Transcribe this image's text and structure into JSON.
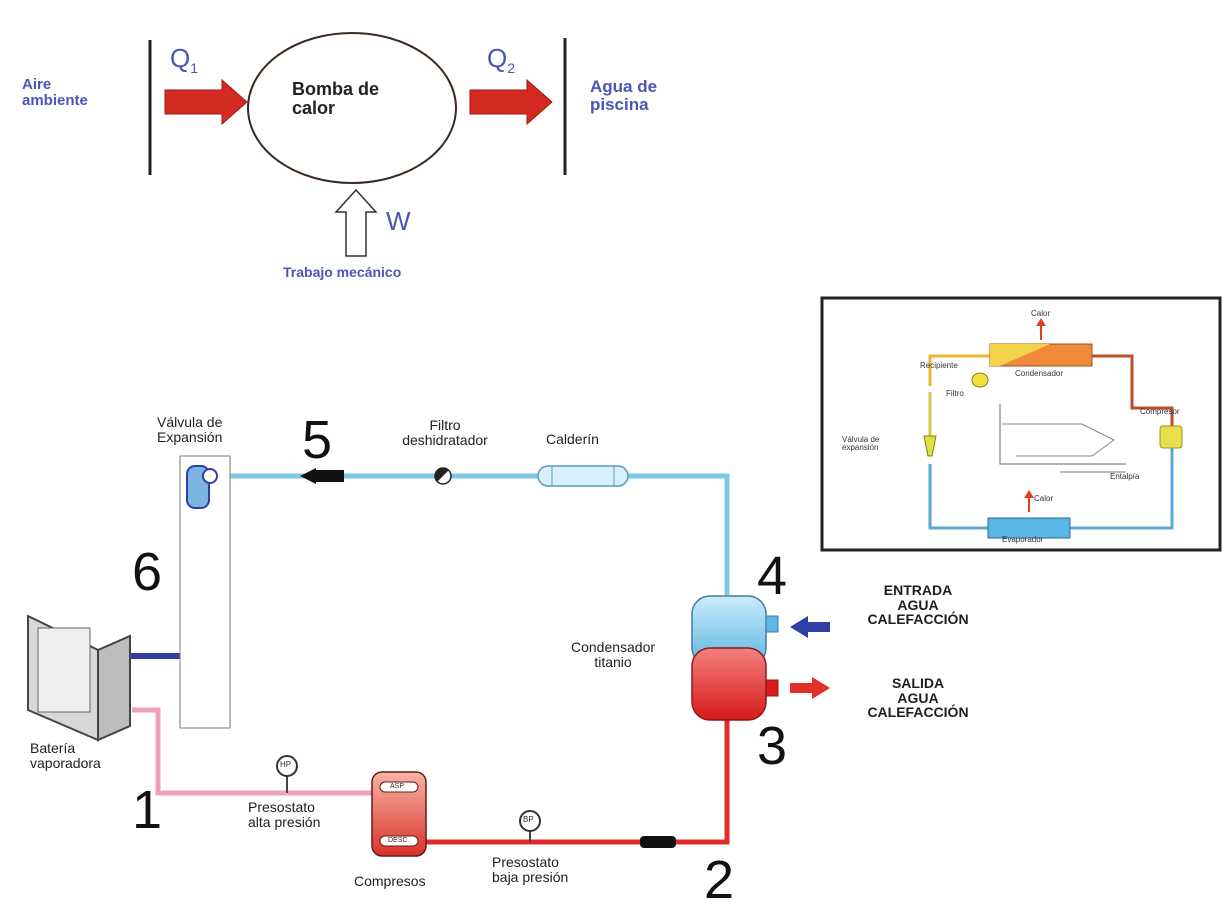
{
  "top_diagram": {
    "q1_label": "Q",
    "q1_sub": "1",
    "q2_label": "Q",
    "q2_sub": "2",
    "source": "Aire\nambiente",
    "center": "Bomba de\ncalor",
    "sink": "Agua de\npiscina",
    "work_symbol": "W",
    "work_caption": "Trabajo mecánico"
  },
  "circuit": {
    "points": [
      "1",
      "2",
      "3",
      "4",
      "5",
      "6"
    ],
    "components": {
      "expansion_valve": "Válvula de\nExpansión",
      "filter": "Filtro\ndeshidratador",
      "receiver": "Calderín",
      "condenser": "Condensador\ntitanio",
      "evaporator": "Batería\nvaporadora",
      "high_pressure_switch": "Presostato\nalta presión",
      "low_pressure_switch": "Presostato\nbaja presión",
      "compressor": "Compresos"
    },
    "water_in": "ENTRADA\nAGUA\nCALEFACCIÓN",
    "water_out": "SALIDA\nAGUA\nCALEFACCIÓN",
    "gauge_labels": [
      "HP",
      "BP"
    ],
    "compressor_tags": [
      "ASP",
      "DESC"
    ]
  },
  "inset": {
    "labels": [
      "Calor",
      "Condensador",
      "Recipiente",
      "Filtro",
      "Compresor",
      "Válvula de expansión",
      "Calor",
      "Evaporador",
      "Entalpía"
    ]
  },
  "colors": {
    "hot_line": "#e02a2a",
    "cold_line": "#7cc8e6",
    "suction_line": "#f0a0b8",
    "low_line": "#2f3fa6",
    "heat_arrow": "#d42a22",
    "label_blue": "#4a55b6"
  }
}
